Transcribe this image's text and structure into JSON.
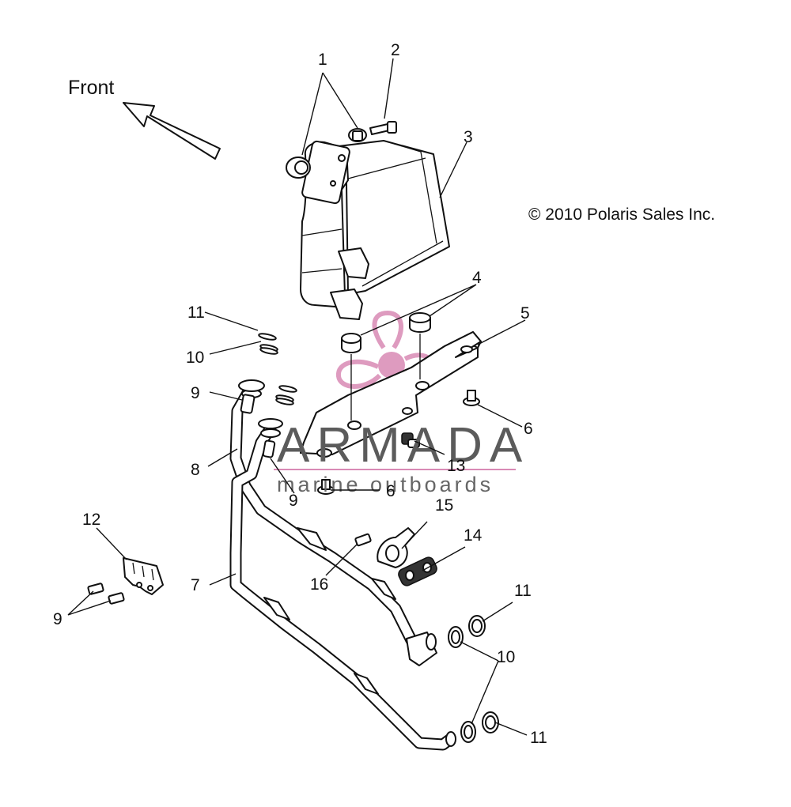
{
  "diagram": {
    "direction_label": "Front",
    "copyright": "© 2010 Polaris Sales Inc.",
    "watermark": {
      "brand": "ARMADA",
      "tagline": "marine outboards",
      "accent_color": "#d98ab5",
      "text_color": "#5b5b5b"
    },
    "callouts": {
      "c1": "1",
      "c2": "2",
      "c3": "3",
      "c4": "4",
      "c5": "5",
      "c6a": "6",
      "c6b": "6",
      "c7": "7",
      "c8": "8",
      "c9a": "9",
      "c9b": "9",
      "c9c": "9",
      "c10a": "10",
      "c10b": "10",
      "c11a": "11",
      "c11b": "11",
      "c11c": "11",
      "c12": "12",
      "c13": "13",
      "c14": "14",
      "c15": "15",
      "c16": "16"
    }
  }
}
